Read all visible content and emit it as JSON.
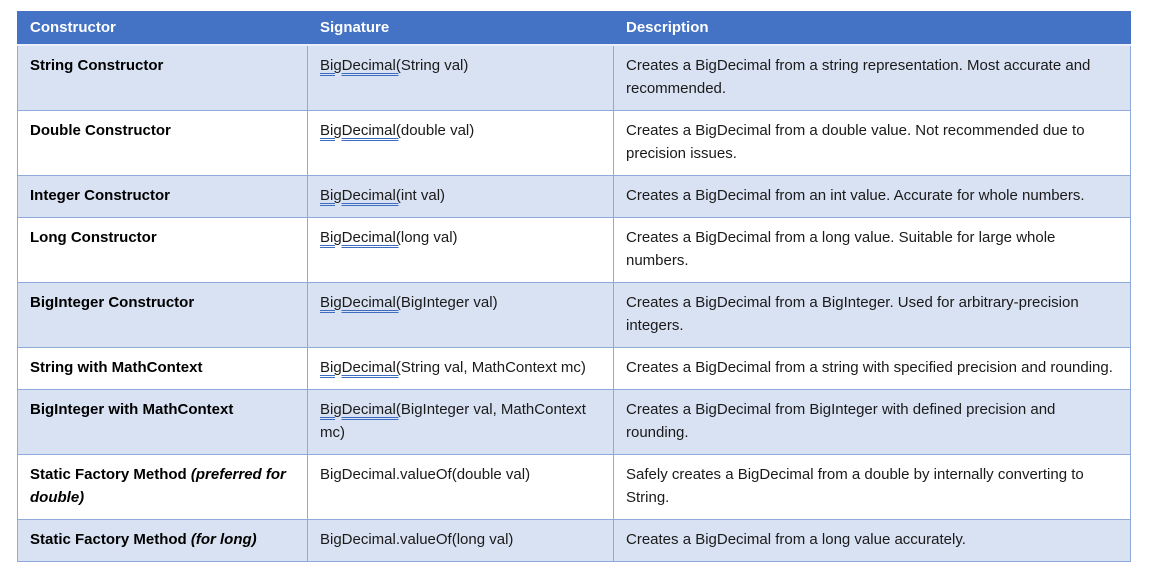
{
  "colors": {
    "header_bg": "#4472C4",
    "header_text": "#FFFFFF",
    "banded_row_bg": "#D9E2F3",
    "plain_row_bg": "#FFFFFF",
    "border": "#8EAADB",
    "signature_underline": "#3E6DBF",
    "body_text": "#1A1A1A"
  },
  "table": {
    "columns": [
      {
        "label": "Constructor"
      },
      {
        "label": "Signature"
      },
      {
        "label": "Description"
      }
    ],
    "rows": [
      {
        "constructor": "String Constructor",
        "constructor_qualifier": "",
        "signature_linked": "BigDecimal(",
        "signature_rest": "String val)",
        "description": "Creates a BigDecimal from a string representation. Most accurate and recommended."
      },
      {
        "constructor": "Double Constructor",
        "constructor_qualifier": "",
        "signature_linked": "BigDecimal(",
        "signature_rest": "double val)",
        "description": "Creates a BigDecimal from a double value. Not recommended due to precision issues."
      },
      {
        "constructor": "Integer Constructor",
        "constructor_qualifier": "",
        "signature_linked": "BigDecimal(",
        "signature_rest": "int val)",
        "description": "Creates a BigDecimal from an int value. Accurate for whole numbers."
      },
      {
        "constructor": "Long Constructor",
        "constructor_qualifier": "",
        "signature_linked": "BigDecimal(",
        "signature_rest": "long val)",
        "description": "Creates a BigDecimal from a long value. Suitable for large whole numbers."
      },
      {
        "constructor": "BigInteger Constructor",
        "constructor_qualifier": "",
        "signature_linked": "BigDecimal(",
        "signature_rest": "BigInteger val)",
        "description": "Creates a BigDecimal from a BigInteger. Used for arbitrary-precision integers."
      },
      {
        "constructor": "String with MathContext",
        "constructor_qualifier": "",
        "signature_linked": "BigDecimal(",
        "signature_rest": "String val, MathContext mc)",
        "description": "Creates a BigDecimal from a string with specified precision and rounding."
      },
      {
        "constructor": "BigInteger with MathContext",
        "constructor_qualifier": "",
        "signature_linked": "BigDecimal(",
        "signature_rest": "BigInteger val, MathContext mc)",
        "description": "Creates a BigDecimal from BigInteger with defined precision and rounding."
      },
      {
        "constructor": "Static Factory Method",
        "constructor_qualifier": " (preferred for double)",
        "signature_linked": "",
        "signature_rest": "BigDecimal.valueOf(double val)",
        "description": "Safely creates a BigDecimal from a double by internally converting to String."
      },
      {
        "constructor": "Static Factory Method",
        "constructor_qualifier": " (for long)",
        "signature_linked": "",
        "signature_rest": "BigDecimal.valueOf(long val)",
        "description": "Creates a BigDecimal from a long value accurately."
      }
    ]
  }
}
